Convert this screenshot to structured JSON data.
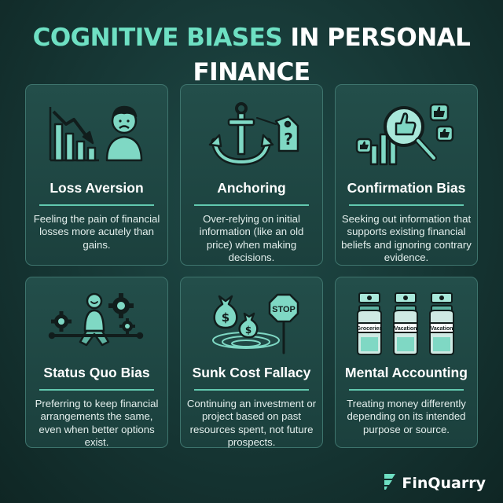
{
  "title": {
    "accent": "COGNITIVE BIASES",
    "rest": " IN PERSONAL FINANCE"
  },
  "cards": [
    {
      "title": "Loss Aversion",
      "description": "Feeling the pain of financial losses more acutely than gains.",
      "icon": "declining-chart-sad-person-icon"
    },
    {
      "title": "Anchoring",
      "description": "Over-relying on initial information (like an old price) when making decisions.",
      "icon": "anchor-price-tag-icon"
    },
    {
      "title": "Confirmation Bias",
      "description": "Seeking out information that supports existing financial beliefs and ignoring contrary evidence.",
      "icon": "magnifier-thumbs-up-icon"
    },
    {
      "title": "Status Quo Bias",
      "description": "Preferring to keep financial arrangements the same, even when better options exist.",
      "icon": "person-sitting-gears-icon"
    },
    {
      "title": "Sunk Cost Fallacy",
      "description": "Continuing an investment or project based on past resources spent, not future prospects.",
      "icon": "money-bags-whirlpool-stop-icon",
      "stop_sign": "STOP"
    },
    {
      "title": "Mental Accounting",
      "description": "Treating money differently depending on its intended purpose or source.",
      "icon": "labeled-money-jars-icon",
      "jar_labels": [
        "Groceries",
        "Vacation",
        "Vacation"
      ]
    }
  ],
  "brand": {
    "name": "FinQuarry",
    "icon": "finquarry-logo-icon"
  },
  "colors": {
    "accent": "#6ee0c3",
    "background": "#163634",
    "card": "#1f4844",
    "card_border": "#3e746d",
    "icon_fill": "#7fd8c4",
    "icon_stroke": "#111d1c"
  }
}
